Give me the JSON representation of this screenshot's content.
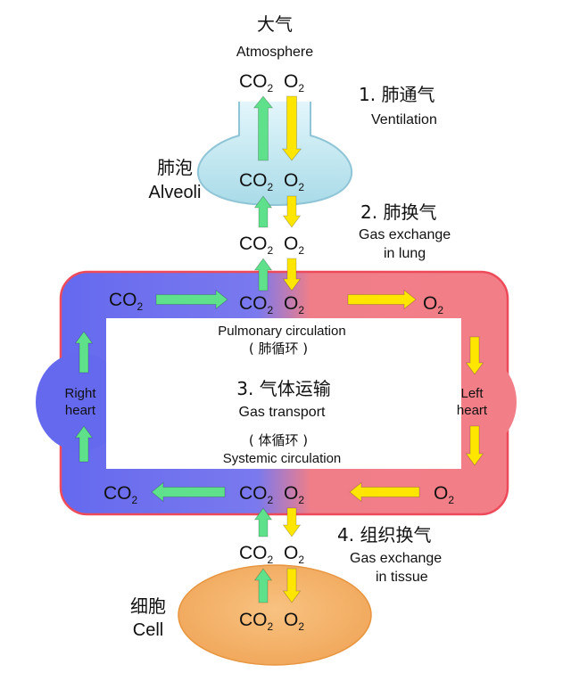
{
  "atmosphere": {
    "zh": "大气",
    "en": "Atmosphere"
  },
  "alveoli": {
    "zh": "肺泡",
    "en": "Alveoli"
  },
  "cell": {
    "zh": "细胞",
    "en": "Cell"
  },
  "steps": {
    "ventilation": {
      "zh": "1. 肺通气",
      "en": "Ventilation"
    },
    "lung_exchange": {
      "zh": "2. 肺换气",
      "en1": "Gas exchange",
      "en2": "in lung"
    },
    "transport": {
      "zh": "3. 气体运输",
      "en": "Gas transport"
    },
    "tissue_exchange": {
      "zh": "4. 组织换气",
      "en1": "Gas exchange",
      "en2": "in tissue"
    }
  },
  "pulmonary": {
    "en": "Pulmonary circulation",
    "zh": "( 肺循环 )"
  },
  "systemic": {
    "zh": "( 体循环 )",
    "en": "Systemic circulation"
  },
  "right_heart": {
    "line1": "Right",
    "line2": "heart"
  },
  "left_heart": {
    "line1": "Left",
    "line2": "heart"
  },
  "gases": {
    "co2_base": "CO",
    "o2_base": "O",
    "sub": "2"
  },
  "colors": {
    "venous_blue": "#6b6ff0",
    "arterial_red": "#f27f87",
    "co2_arrow": "#5fe08a",
    "o2_arrow": "#ffe600",
    "alveoli_fill": "#bfe6f0",
    "cell_fill": "#f5b46a"
  }
}
